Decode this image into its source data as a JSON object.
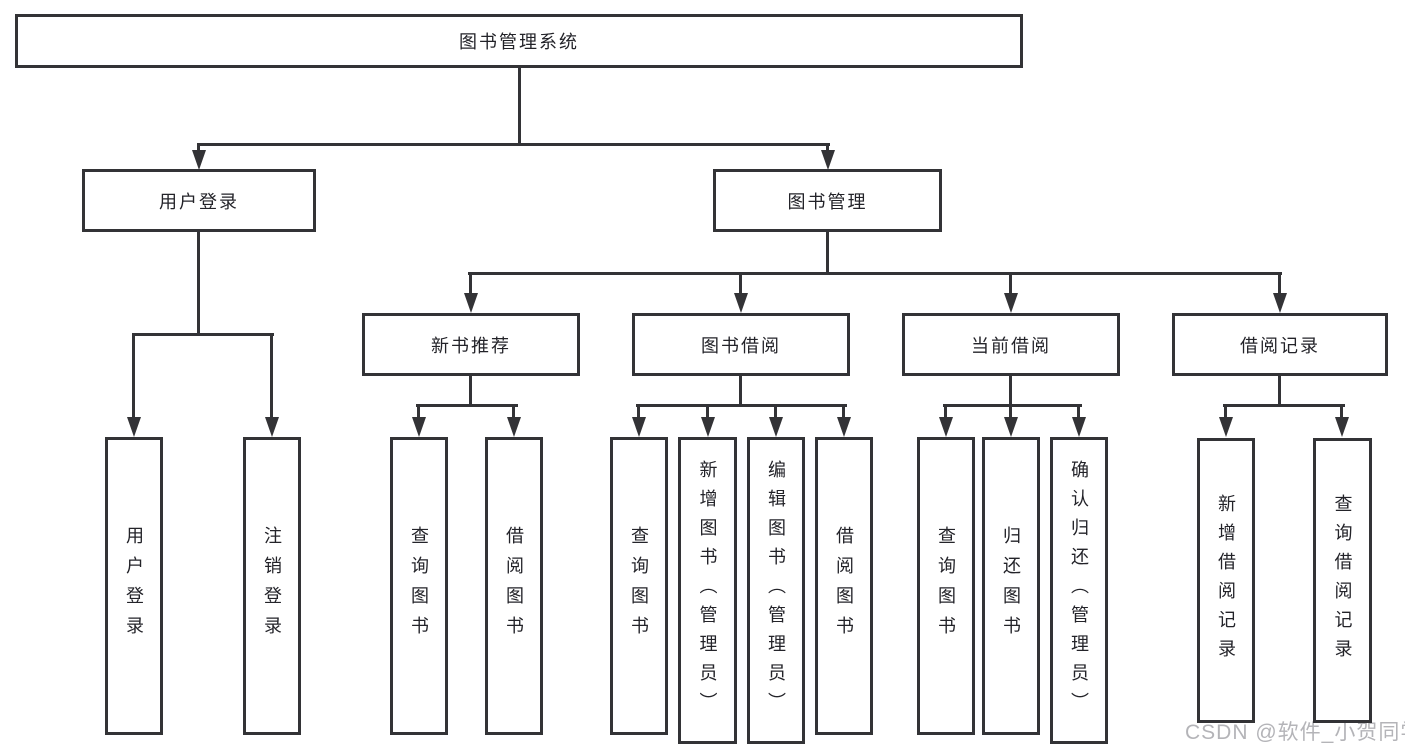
{
  "diagram": {
    "root": {
      "label": "图书管理系统"
    },
    "level2": [
      {
        "id": "user-login",
        "label": "用户登录",
        "parent": "图书管理系统"
      },
      {
        "id": "book-management",
        "label": "图书管理",
        "parent": "图书管理系统"
      }
    ],
    "level3": [
      {
        "id": "new-book-recommendation",
        "label": "新书推荐",
        "parent": "图书管理"
      },
      {
        "id": "book-borrowing",
        "label": "图书借阅",
        "parent": "图书管理"
      },
      {
        "id": "current-borrowing",
        "label": "当前借阅",
        "parent": "图书管理"
      },
      {
        "id": "borrowing-records",
        "label": "借阅记录",
        "parent": "图书管理"
      }
    ],
    "leaves": [
      {
        "label": "用户登录",
        "parent": "用户登录"
      },
      {
        "label": "注销登录",
        "parent": "用户登录"
      },
      {
        "label": "查询图书",
        "parent": "新书推荐"
      },
      {
        "label": "借阅图书",
        "parent": "新书推荐"
      },
      {
        "label": "查询图书",
        "parent": "图书借阅"
      },
      {
        "label": "新增图书（管理员）",
        "parent": "图书借阅"
      },
      {
        "label": "编辑图书（管理员）",
        "parent": "图书借阅"
      },
      {
        "label": "借阅图书",
        "parent": "图书借阅"
      },
      {
        "label": "查询图书",
        "parent": "当前借阅"
      },
      {
        "label": "归还图书",
        "parent": "当前借阅"
      },
      {
        "label": "确认归还（管理员）",
        "parent": "当前借阅"
      },
      {
        "label": "新增借阅记录",
        "parent": "借阅记录"
      },
      {
        "label": "查询借阅记录",
        "parent": "借阅记录"
      }
    ],
    "watermark": "CSDN @软件_小贺同学",
    "colors": {
      "line": "#333336",
      "box_border": "#333336",
      "box_fill": "#ffffff",
      "text": "#232329",
      "watermark": "#b4b4b8",
      "background": "#ffffff"
    }
  }
}
